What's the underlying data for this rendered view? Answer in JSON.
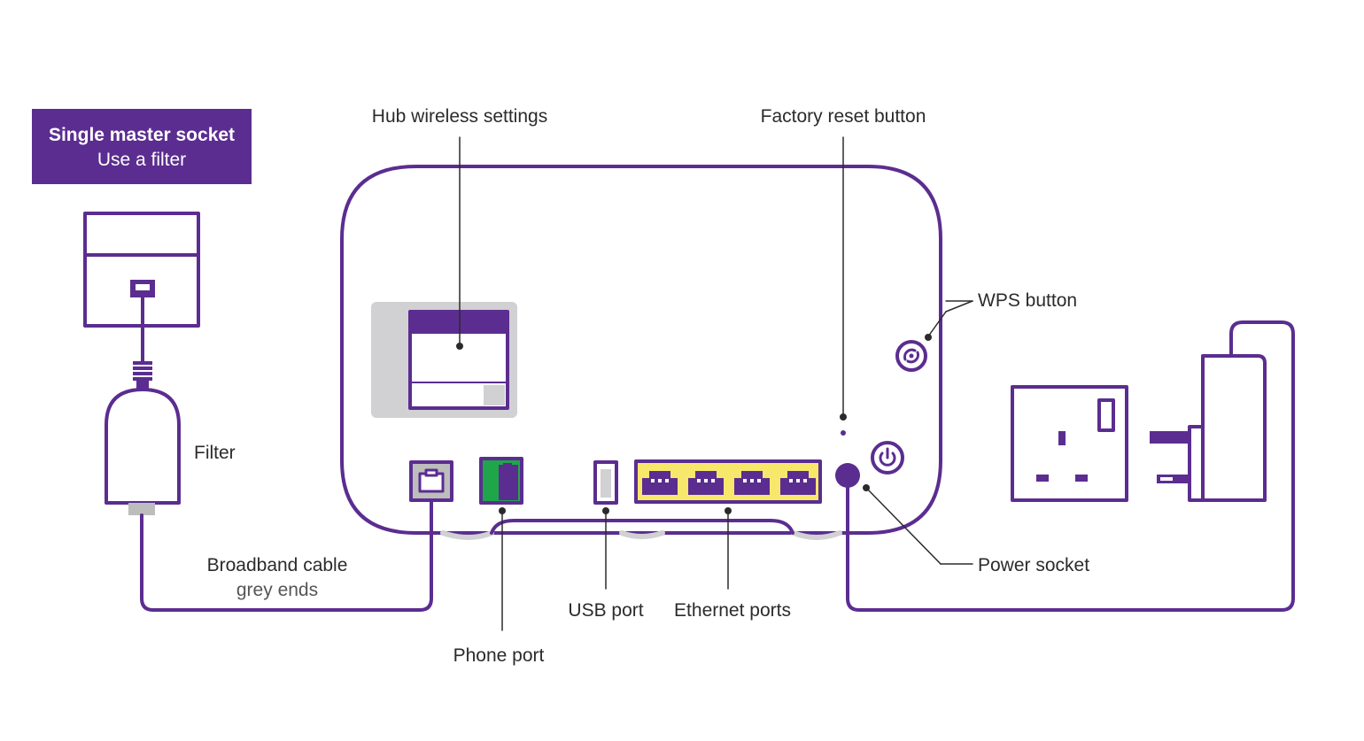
{
  "socket_badge": {
    "title": "Single master socket",
    "subtitle": "Use a filter"
  },
  "labels": {
    "hub_wireless_settings": "Hub wireless settings",
    "factory_reset_button": "Factory reset button",
    "wps_button": "WPS button",
    "filter": "Filter",
    "broadband_cable": "Broadband cable",
    "broadband_cable_note": "grey ends",
    "power_socket": "Power socket",
    "usb_port": "USB port",
    "ethernet_ports": "Ethernet ports",
    "phone_port": "Phone port"
  },
  "colors": {
    "brand_purple": "#5b2d90",
    "port_yellow": "#f7e76a",
    "phone_green": "#1fa64a",
    "card_grey": "#d1d1d3",
    "port_grey": "#bdbdbd",
    "text": "#2b2b2b"
  },
  "icons": [
    "power-icon",
    "wps-icon",
    "ethernet-port-icon",
    "phone-port-icon",
    "usb-port-icon",
    "wall-socket-icon",
    "power-plug-icon"
  ]
}
